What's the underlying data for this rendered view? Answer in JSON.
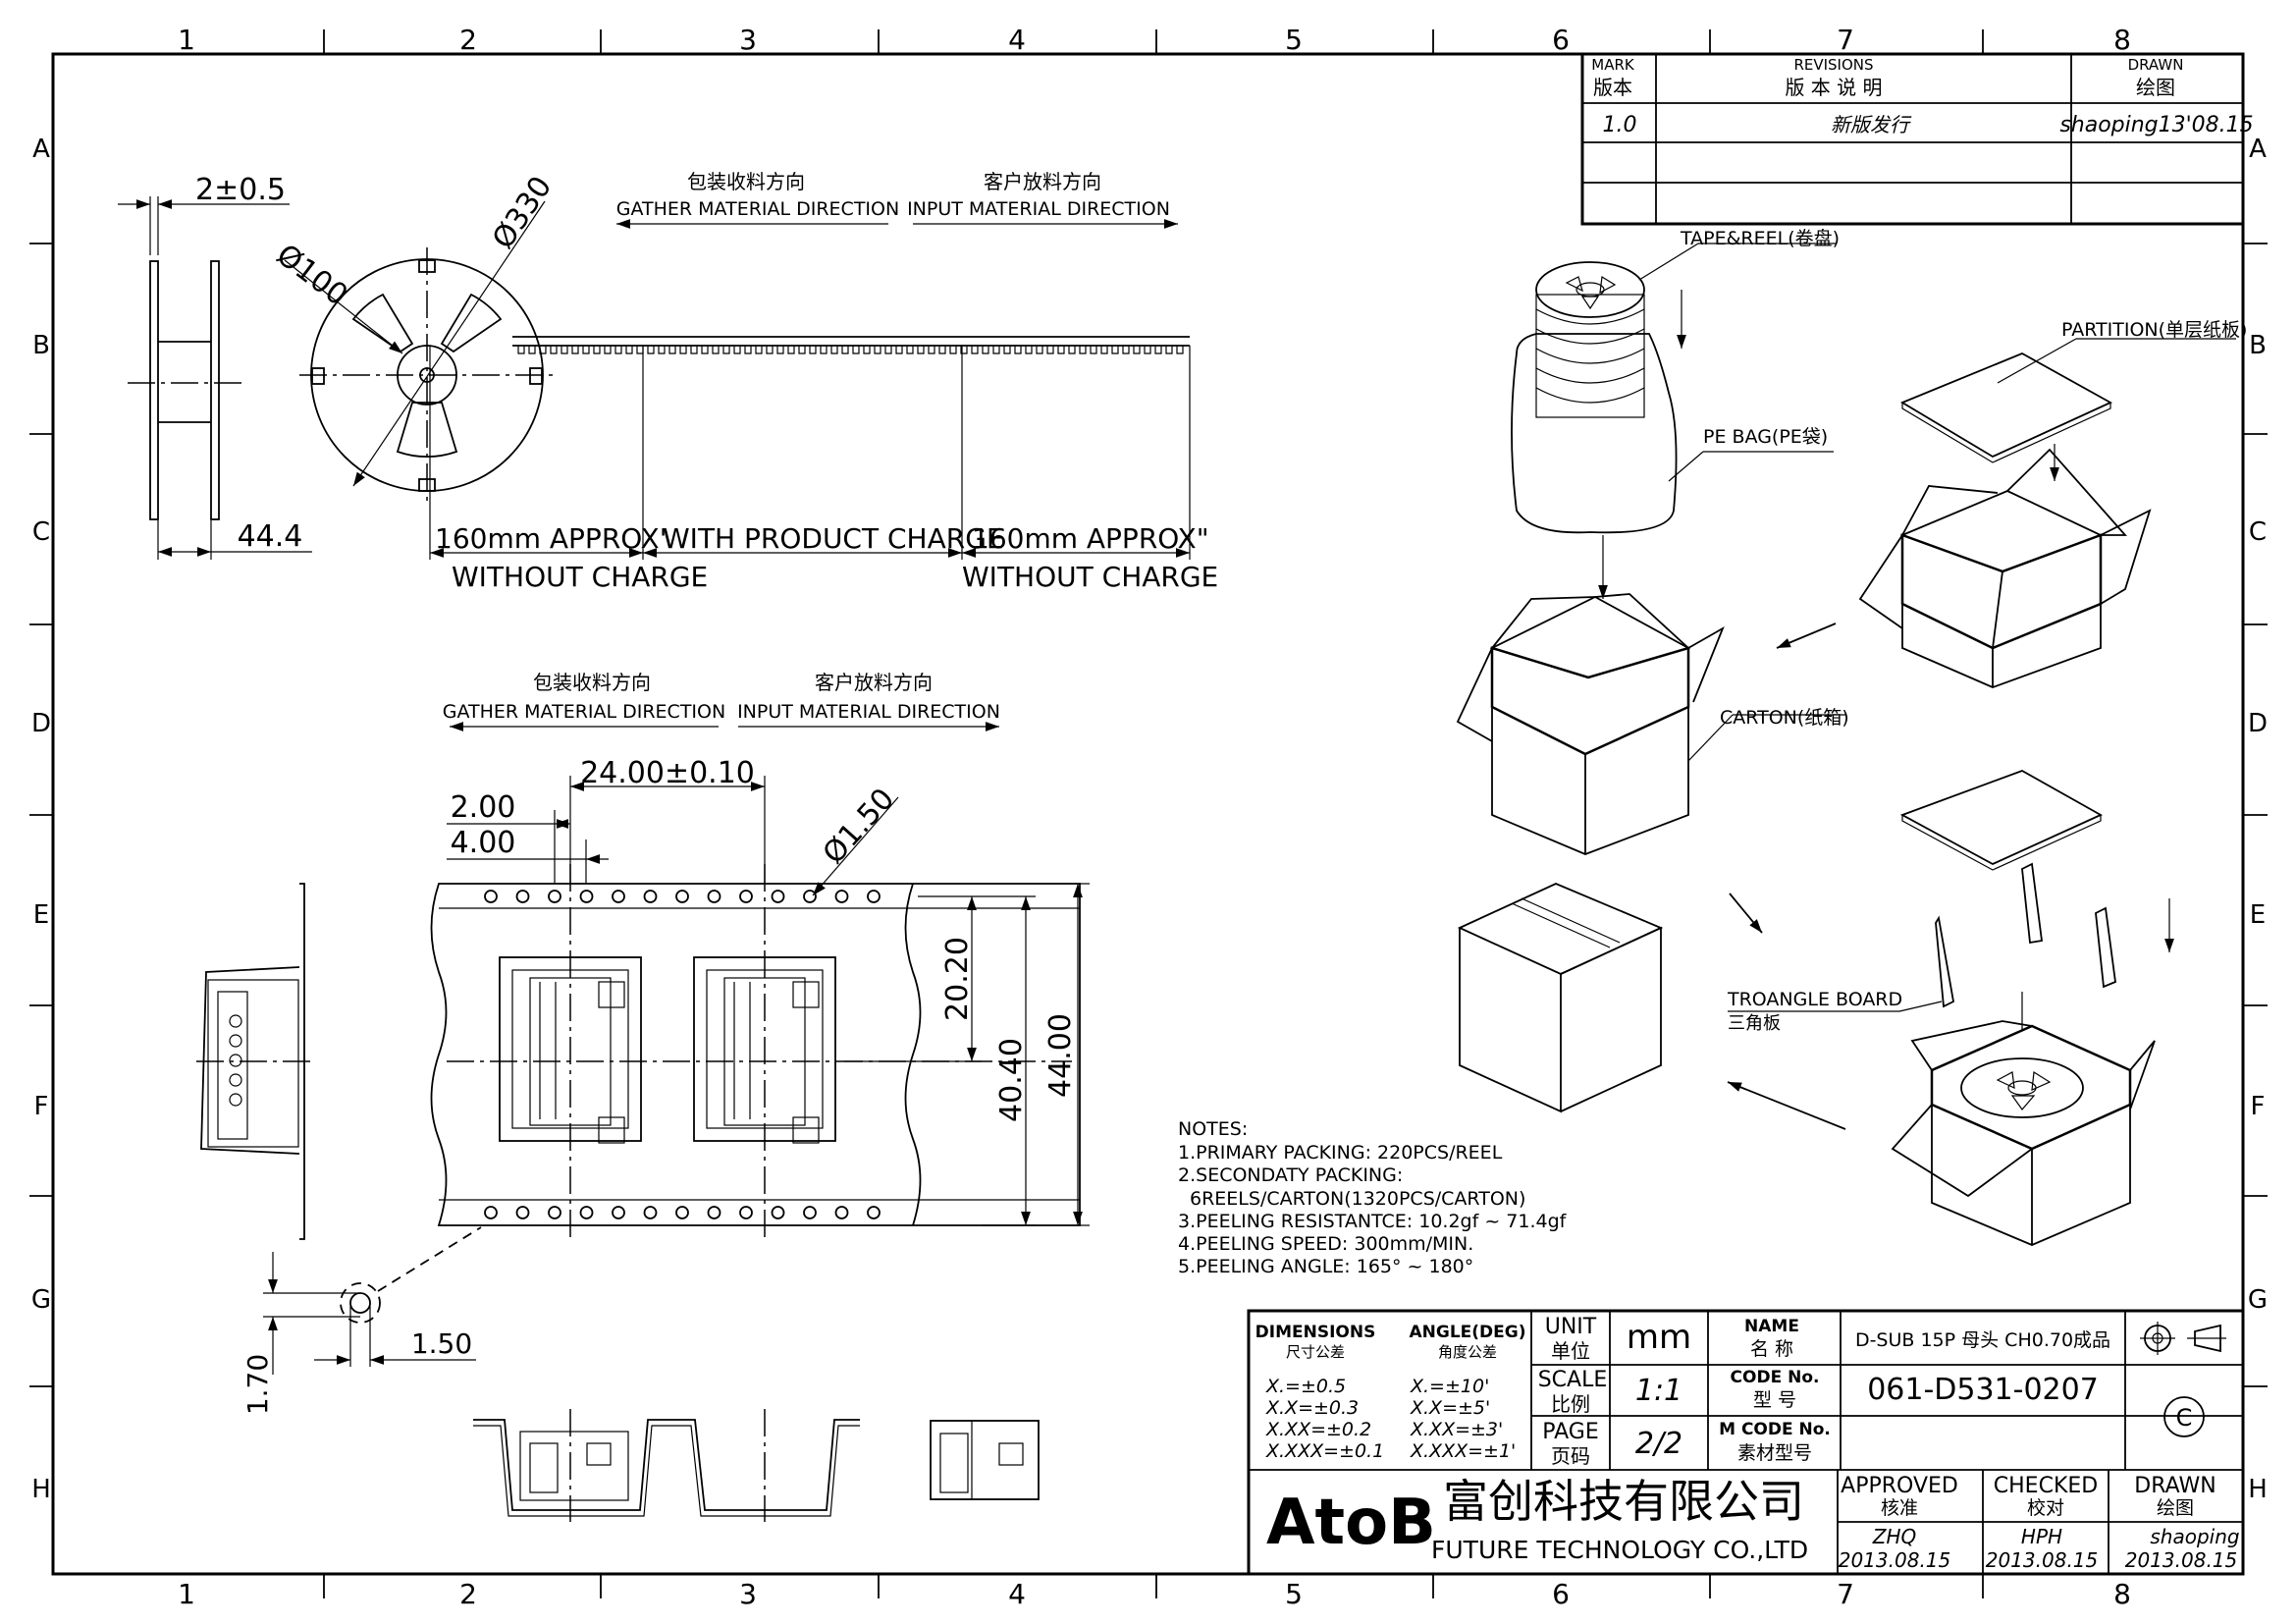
{
  "grid": {
    "columns": [
      "1",
      "2",
      "3",
      "4",
      "5",
      "6",
      "7",
      "8"
    ],
    "rows": [
      "A",
      "B",
      "C",
      "D",
      "E",
      "F",
      "G",
      "H"
    ]
  },
  "revisions": {
    "mark_label": "MARK",
    "mark_label_cn": "版本",
    "revisions_label": "REVISIONS",
    "revisions_label_cn": "版 本 说 明",
    "drawn_label": "DRAWN",
    "drawn_label_cn": "绘图",
    "rows": [
      {
        "mark": "1.0",
        "description": "新版发行",
        "drawn": "shaoping13'08.15"
      }
    ]
  },
  "reel_view": {
    "flange_gap": "2±0.5",
    "hub_diameter": "Ø100",
    "reel_diameter": "Ø330",
    "width": "44.4",
    "gather_cn": "包装收料方向",
    "gather_en": "GATHER MATERIAL DIRECTION",
    "input_cn": "客户放料方向",
    "input_en": "INPUT MATERIAL DIRECTION",
    "leader_length": "160mm APPROX'",
    "leader_note": "WITHOUT CHARGE",
    "product_note": "WITH PRODUCT CHARGE",
    "trailer_length": "160mm APPROX\"",
    "trailer_note": "WITHOUT CHARGE"
  },
  "tape_view": {
    "gather_cn": "包装收料方向",
    "gather_en": "GATHER MATERIAL DIRECTION",
    "input_cn": "客户放料方向",
    "input_en": "INPUT MATERIAL DIRECTION",
    "pitch": "24.00±0.10",
    "dim_a": "2.00",
    "dim_b": "4.00",
    "hole_dia": "Ø1.50",
    "dim_c": "20.20",
    "dim_d": "40.40",
    "tape_width": "44.00",
    "detail_w": "1.50",
    "detail_h": "1.70"
  },
  "notes": {
    "title": "NOTES:",
    "lines": [
      "1.PRIMARY PACKING: 220PCS/REEL",
      "2.SECONDATY PACKING:",
      "  6REELS/CARTON(1320PCS/CARTON)",
      "3.PEELING RESISTANTCE: 10.2gf ~ 71.4gf",
      "4.PEELING SPEED: 300mm/MIN.",
      "5.PEELING ANGLE: 165° ~ 180°"
    ]
  },
  "packing_labels": {
    "tape_reel": "TAPE&REEL(卷盘)",
    "pe_bag": "PE BAG(PE袋)",
    "partition": "PARTITION(单层纸板)",
    "carton": "CARTON(纸箱)",
    "triangle_board_en": "TROANGLE BOARD",
    "triangle_board_cn": "三角板"
  },
  "title_block": {
    "dimensions_label": "DIMENSIONS",
    "dimensions_label_cn": "尺寸公差",
    "angle_label": "ANGLE(DEG)",
    "angle_label_cn": "角度公差",
    "tolerances": [
      "X.=±0.5",
      "X.X=±0.3",
      "X.XX=±0.2",
      "X.XXX=±0.1"
    ],
    "angle_tolerances": [
      "X.=±10'",
      "X.X=±5'",
      "X.XX=±3'",
      "X.XXX=±1'"
    ],
    "unit_label": "UNIT",
    "unit_label_cn": "单位",
    "unit": "mm",
    "scale_label": "SCALE",
    "scale_label_cn": "比例",
    "scale": "1:1",
    "page_label": "PAGE",
    "page_label_cn": "页码",
    "page": "2/2",
    "name_label": "NAME",
    "name_label_cn": "名 称",
    "name": "D-SUB 15P 母头 CH0.70成品",
    "code_label": "CODE No.",
    "code_label_cn": "型 号",
    "code": "061-D531-0207",
    "mcode_label": "M CODE No.",
    "mcode_label_cn": "素材型号",
    "revision_symbol": "C",
    "logo": "AtoB",
    "company_cn": "富创科技有限公司",
    "company_en": "FUTURE TECHNOLOGY CO.,LTD",
    "approved_label": "APPROVED",
    "approved_label_cn": "核准",
    "approved_by": "ZHQ",
    "approved_date": "2013.08.15",
    "checked_label": "CHECKED",
    "checked_label_cn": "校对",
    "checked_by": "HPH",
    "checked_date": "2013.08.15",
    "drawn_label": "DRAWN",
    "drawn_label_cn": "绘图",
    "drawn_by": "shaoping",
    "drawn_date": "2013.08.15"
  }
}
